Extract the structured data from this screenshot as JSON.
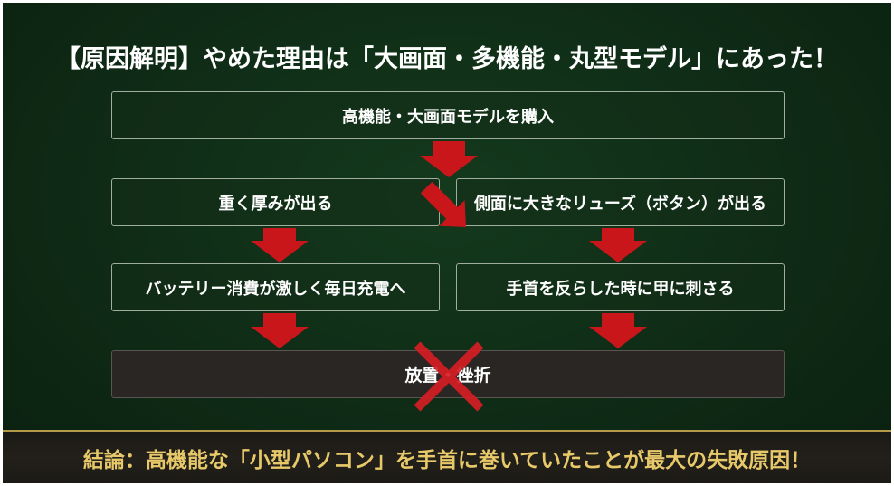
{
  "title": "【原因解明】やめた理由は「大画面・多機能・丸型モデル」にあった！",
  "boxes": {
    "top": "高機能・大画面モデルを購入",
    "left1": "重く厚みが出る",
    "right1": "側面に大きなリューズ（ボタン）が出る",
    "left2": "バッテリー消費が激しく毎日充電へ",
    "right2": "手首を反らした時に甲に刺さる",
    "result": "放置・挫折"
  },
  "conclusion": "結論：高機能な「小型パソコン」を手首に巻いていたことが最大の失敗原因！",
  "colors": {
    "background": "#0f2b16",
    "arrow": "#c8161b",
    "cross": "#d41e24",
    "banner_text": "#e8c96a",
    "banner_border": "#b59a4a"
  }
}
